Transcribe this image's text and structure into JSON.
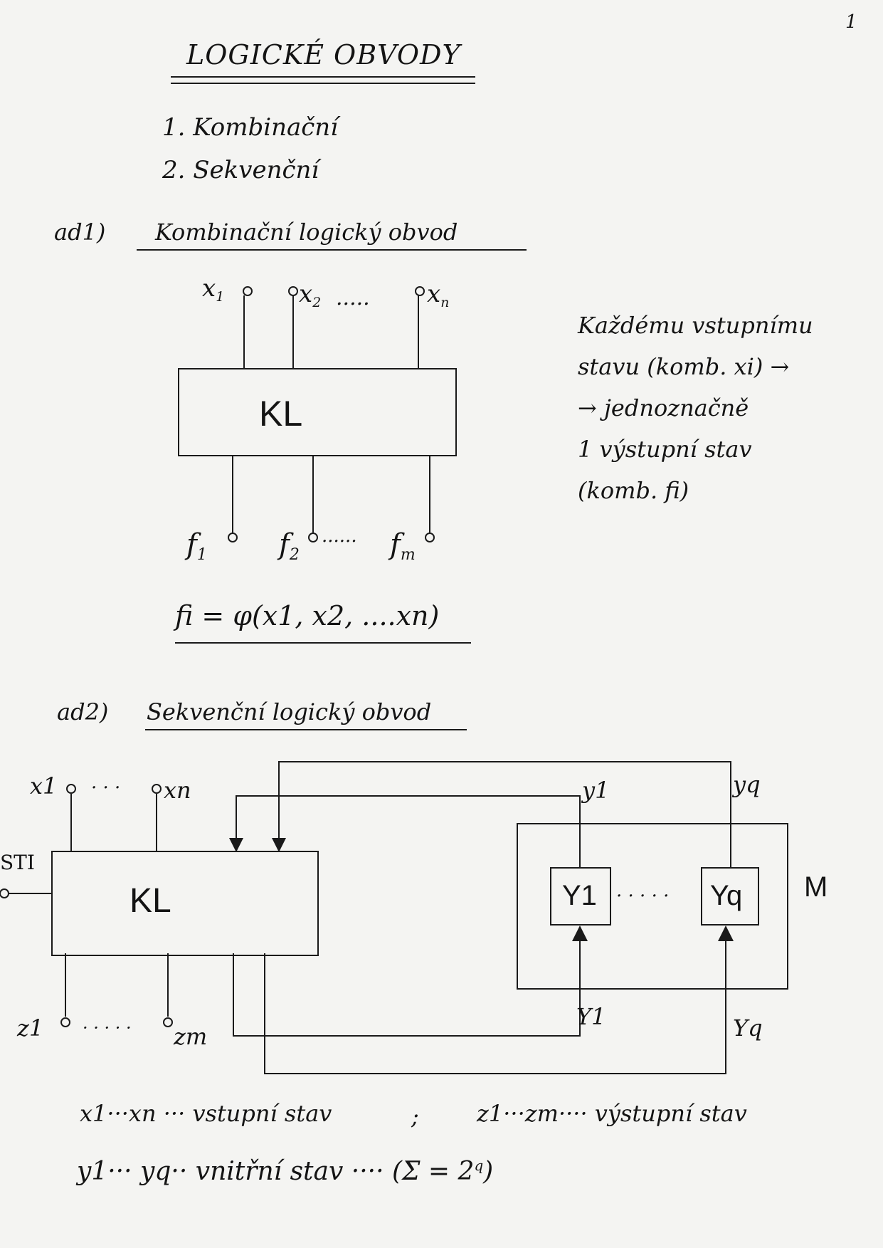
{
  "page_number": "1",
  "title": "LOGICKÉ OBVODY",
  "types": [
    "1. Kombinační",
    "2. Sekvenční"
  ],
  "section1": {
    "label": "ad1)",
    "heading": "Kombinační logický obvod",
    "box_label": "KL",
    "input_x1_base": "x",
    "input_x1_sub": "1",
    "input_x2_base": "x",
    "input_x2_sub": "2",
    "input_dots": ".....",
    "input_xn_base": "x",
    "input_xn_sub": "n",
    "output_f1_base": "f",
    "output_f1_sub": "1",
    "output_f2_base": "f",
    "output_f2_sub": "2",
    "output_dots": "......",
    "output_fm_base": "f",
    "output_fm_sub": "m",
    "formula": "fi = φ(x1, x2, ....xn)",
    "note_lines": [
      "Každému vstupnímu",
      "stavu (komb. xi) →",
      "→ jednoznačně",
      "1 výstupní stav",
      "(komb. fi)"
    ]
  },
  "section2": {
    "label": "ad2)",
    "heading": "Sekvenční logický obvod",
    "box_label": "KL",
    "input_x1": "x1",
    "input_dots": "· · ·",
    "input_xn": "xn",
    "left_signal": "STI",
    "output_z1": "z1",
    "output_dots": "· · · · ·",
    "output_zm": "zm",
    "feedback_y1": "y1",
    "feedback_yq": "yq",
    "memory_label": "M",
    "mem_block_1": "Y1",
    "mem_dots": "· · · · ·",
    "mem_block_q": "Yq",
    "excite_Y1": "Y1",
    "excite_Yq": "Yq",
    "legend_line1_a": "x1···xn ··· vstupní stav",
    "legend_sep": ";",
    "legend_line1_b": "z1···zm···· výstupní stav",
    "legend_line2_a": "y1··· yq·· vnitřní stav ···· (Σ = 2",
    "legend_line2_exp": "q",
    "legend_line2_close": ")"
  }
}
